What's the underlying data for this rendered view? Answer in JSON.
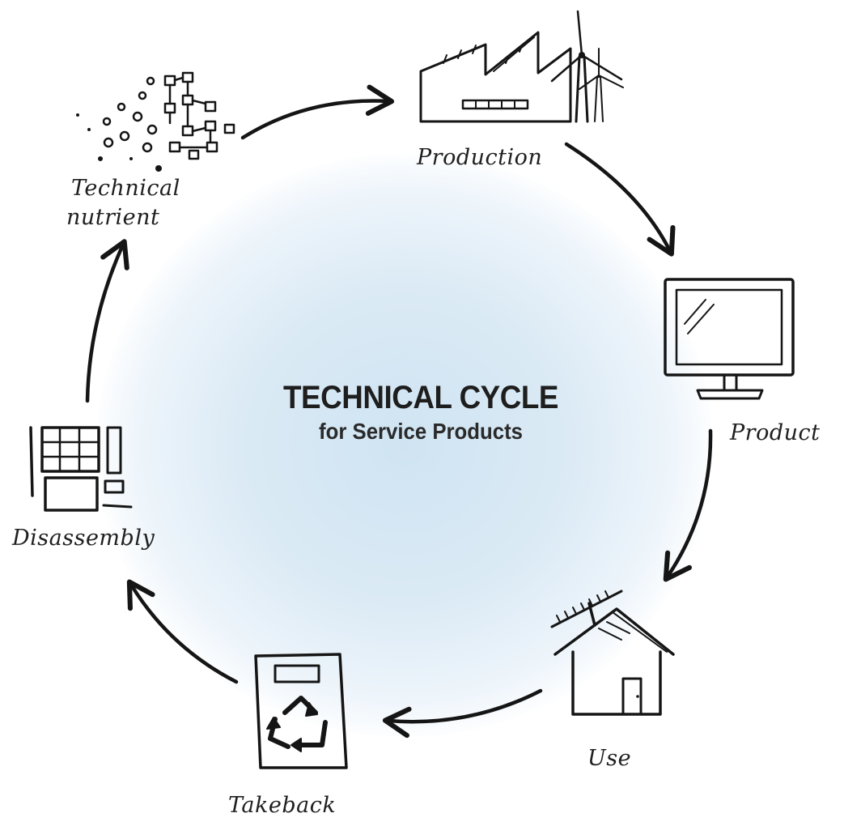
{
  "diagram": {
    "title": "TECHNICAL CYCLE",
    "subtitle": "for Service Products",
    "stages": {
      "production": "Production",
      "product": "Product",
      "use": "Use",
      "takeback": "Takeback",
      "disassembly": "Disassembly",
      "technical_nutrient_line1": "Technical",
      "technical_nutrient_line2": "nutrient"
    },
    "icons": {
      "production": "factory-wind-turbine-icon",
      "product": "monitor-icon",
      "use": "house-antenna-icon",
      "takeback": "recycle-bin-icon",
      "disassembly": "disassembled-parts-icon",
      "technical_nutrient": "molecules-icon"
    },
    "colors": {
      "ink": "#151515",
      "glow": "#cfe4f2"
    }
  }
}
